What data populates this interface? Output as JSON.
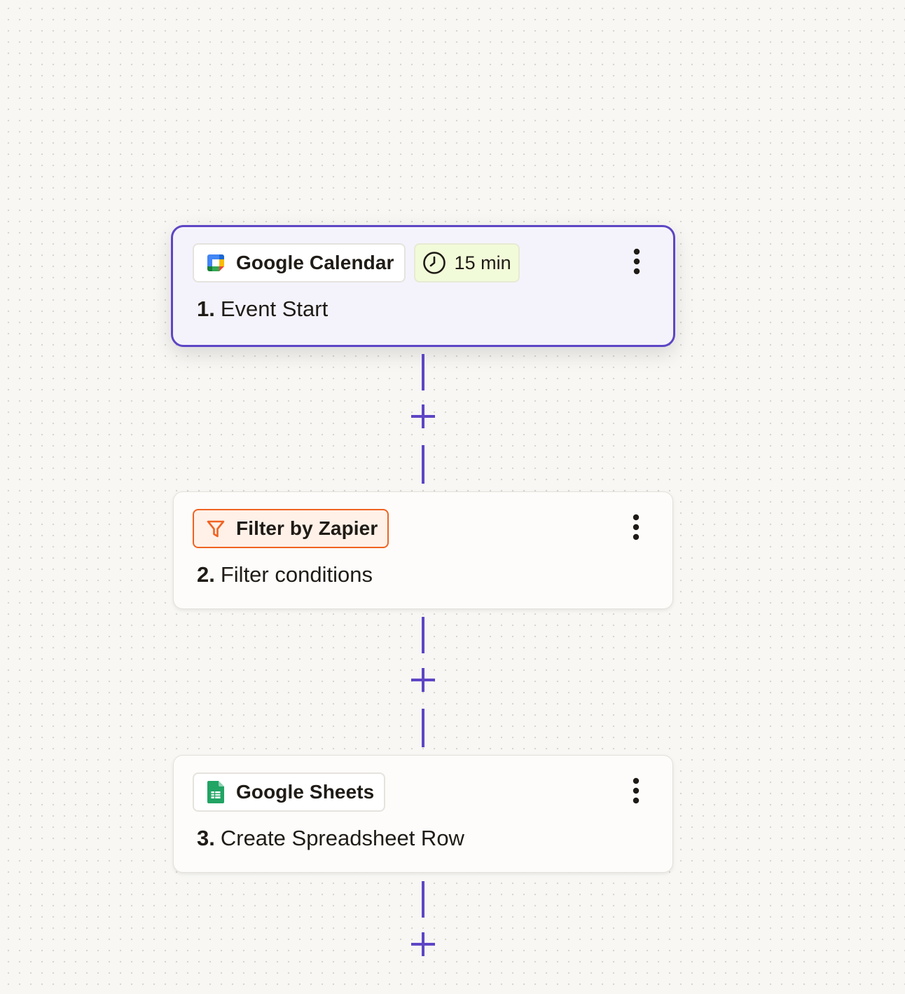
{
  "steps": [
    {
      "number": "1.",
      "title": "Event Start",
      "app_name": "Google Calendar",
      "app_icon": "google-calendar-icon",
      "poll_interval": "15 min",
      "selected": true
    },
    {
      "number": "2.",
      "title": "Filter conditions",
      "app_name": "Filter by Zapier",
      "app_icon": "filter-icon"
    },
    {
      "number": "3.",
      "title": "Create Spreadsheet Row",
      "app_name": "Google Sheets",
      "app_icon": "google-sheets-icon"
    }
  ],
  "icons": {
    "menu": "more-vertical-icon",
    "add": "plus-icon",
    "poll": "clock-icon"
  },
  "colors": {
    "accent": "#5e45c5",
    "filter_orange": "#f06322",
    "filter_bg": "#fff1e8",
    "poll_bg": "#f2fbd9",
    "canvas_bg": "#f8f7f4",
    "sheets_green": "#21a464"
  }
}
